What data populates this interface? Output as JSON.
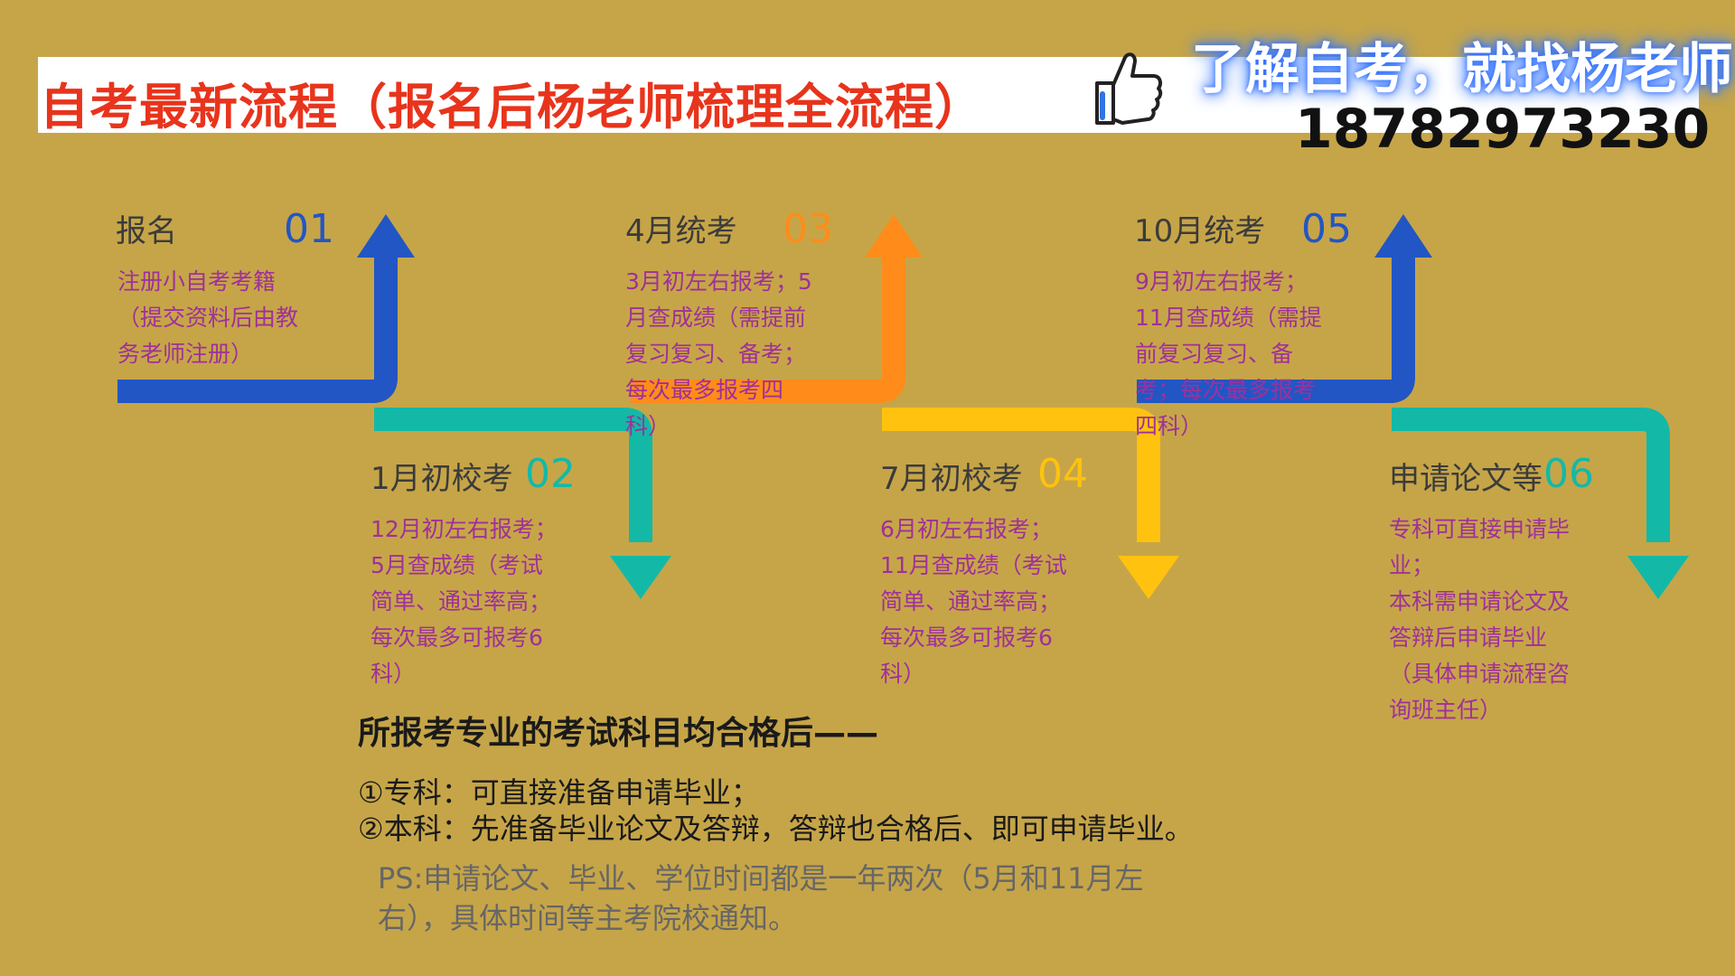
{
  "header": {
    "title": "自考最新流程（报名后杨老师梳理全流程）",
    "slogan": "了解自考，就找杨老师",
    "phone": "18782973230"
  },
  "colors": {
    "background": "#C6A548",
    "title_red": "#E8341C",
    "blue": "#2256C5",
    "teal": "#13B9A6",
    "orange": "#FF8C1A",
    "yellow": "#FFC20E",
    "desc_purple": "#A0309A"
  },
  "icons": [
    "thumbs-up-icon"
  ],
  "steps": [
    {
      "title": "报名",
      "num": "01",
      "num_color": "#2256C5",
      "desc": [
        "注册小自考考籍",
        "（提交资料后由教",
        "务老师注册）"
      ]
    },
    {
      "title": "1月初校考",
      "num": "02",
      "num_color": "#13B9A6",
      "desc": [
        "12月初左右报考；",
        "5月查成绩（考试",
        "简单、通过率高；",
        "每次最多可报考6",
        "科）"
      ]
    },
    {
      "title": "4月统考",
      "num": "03",
      "num_color": "#FF8C1A",
      "desc": [
        "3月初左右报考；5",
        "月查成绩（需提前",
        "复习复习、备考；",
        "每次最多报考四",
        "科）"
      ]
    },
    {
      "title": "7月初校考",
      "num": "04",
      "num_color": "#FFC20E",
      "desc": [
        "6月初左右报考；",
        "11月查成绩（考试",
        "简单、通过率高；",
        "每次最多可报考6",
        "科）"
      ]
    },
    {
      "title": "10月统考",
      "num": "05",
      "num_color": "#2256C5",
      "desc": [
        "9月初左右报考；",
        "11月查成绩（需提",
        "前复习复习、备",
        "考；每次最多报考",
        "四科）"
      ]
    },
    {
      "title": "申请论文等",
      "num": "06",
      "num_color": "#13B9A6",
      "desc": [
        "专科可直接申请毕",
        "业；",
        "本科需申请论文及",
        "答辩后申请毕业",
        "（具体申请流程咨",
        "询班主任）"
      ]
    }
  ],
  "notes": {
    "heading": "所报考专业的考试科目均合格后——",
    "lines": [
      "①专科：可直接准备申请毕业；",
      "②本科：先准备毕业论文及答辩，答辩也合格后、即可申请毕业。"
    ],
    "ps": [
      "PS:申请论文、毕业、学位时间都是一年两次（5月和11月左",
      "右），具体时间等主考院校通知。"
    ]
  }
}
